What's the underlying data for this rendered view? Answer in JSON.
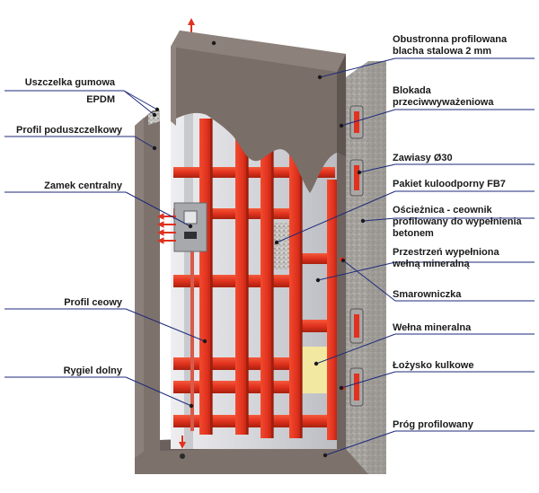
{
  "labels": {
    "left": {
      "seal": [
        "Uszczelka gumowa",
        "EPDM"
      ],
      "seal_profile": "Profil poduszczelkowy",
      "central_lock": "Zamek centralny",
      "channel_profile": "Profil ceowy",
      "bottom_bolt": "Rygiel dolny"
    },
    "right": {
      "steel_sheet": [
        "Obustronna profilowana",
        "blacha stalowa 2 mm"
      ],
      "anti_lift": [
        "Blokada",
        "przeciwwyważeniowa"
      ],
      "hinges": "Zawiasy Ø30",
      "bulletproof": "Pakiet kuloodporny FB7",
      "frame": [
        "Ościeżnica - ceownik",
        "profilowany do wypełnienia",
        "betonem"
      ],
      "wool_space": [
        "Przestrzeń wypełniona",
        "wełną mineralną"
      ],
      "grease_nipple": "Smarowniczka",
      "mineral_wool": "Wełna mineralna",
      "ball_bearing": "Łożysko kulkowe",
      "threshold": "Próg profilowany"
    }
  },
  "colors": {
    "frame": "#7d716b",
    "frame_dark": "#5a504b",
    "door_skin": "#7a6e68",
    "steel_beam": "#e0321e",
    "steel_beam_dark": "#a8200f",
    "interior": "#d9dadf",
    "concrete": "#9a9a96",
    "wool": "#f2e8a2",
    "leader": "#1e2a7a"
  }
}
